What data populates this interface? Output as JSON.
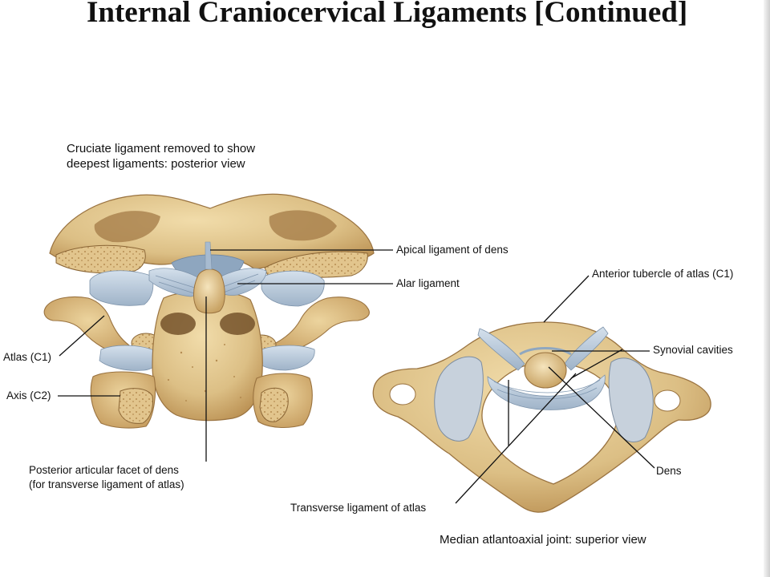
{
  "title": "Internal Craniocervical Ligaments [Continued]",
  "posterior_view": {
    "caption_line1": "Cruciate ligament removed to show",
    "caption_line2": "deepest ligaments: posterior view",
    "labels": {
      "apical_ligament": "Apical ligament of dens",
      "alar_ligament": "Alar ligament",
      "atlas": "Atlas (C1)",
      "axis": "Axis (C2)",
      "facet_line1": "Posterior articular facet of dens",
      "facet_line2": "(for transverse ligament of atlas)"
    }
  },
  "superior_view": {
    "caption": "Median atlantoaxial joint: superior view",
    "labels": {
      "anterior_tubercle": "Anterior tubercle of atlas (C1)",
      "synovial_cavities": "Synovial cavities",
      "dens": "Dens",
      "transverse_ligament": "Transverse ligament of atlas"
    }
  },
  "colors": {
    "bone": "#e0c48c",
    "bone_shadow": "#b98e50",
    "ligament": "#b9c9da",
    "leader_line": "#111111"
  }
}
